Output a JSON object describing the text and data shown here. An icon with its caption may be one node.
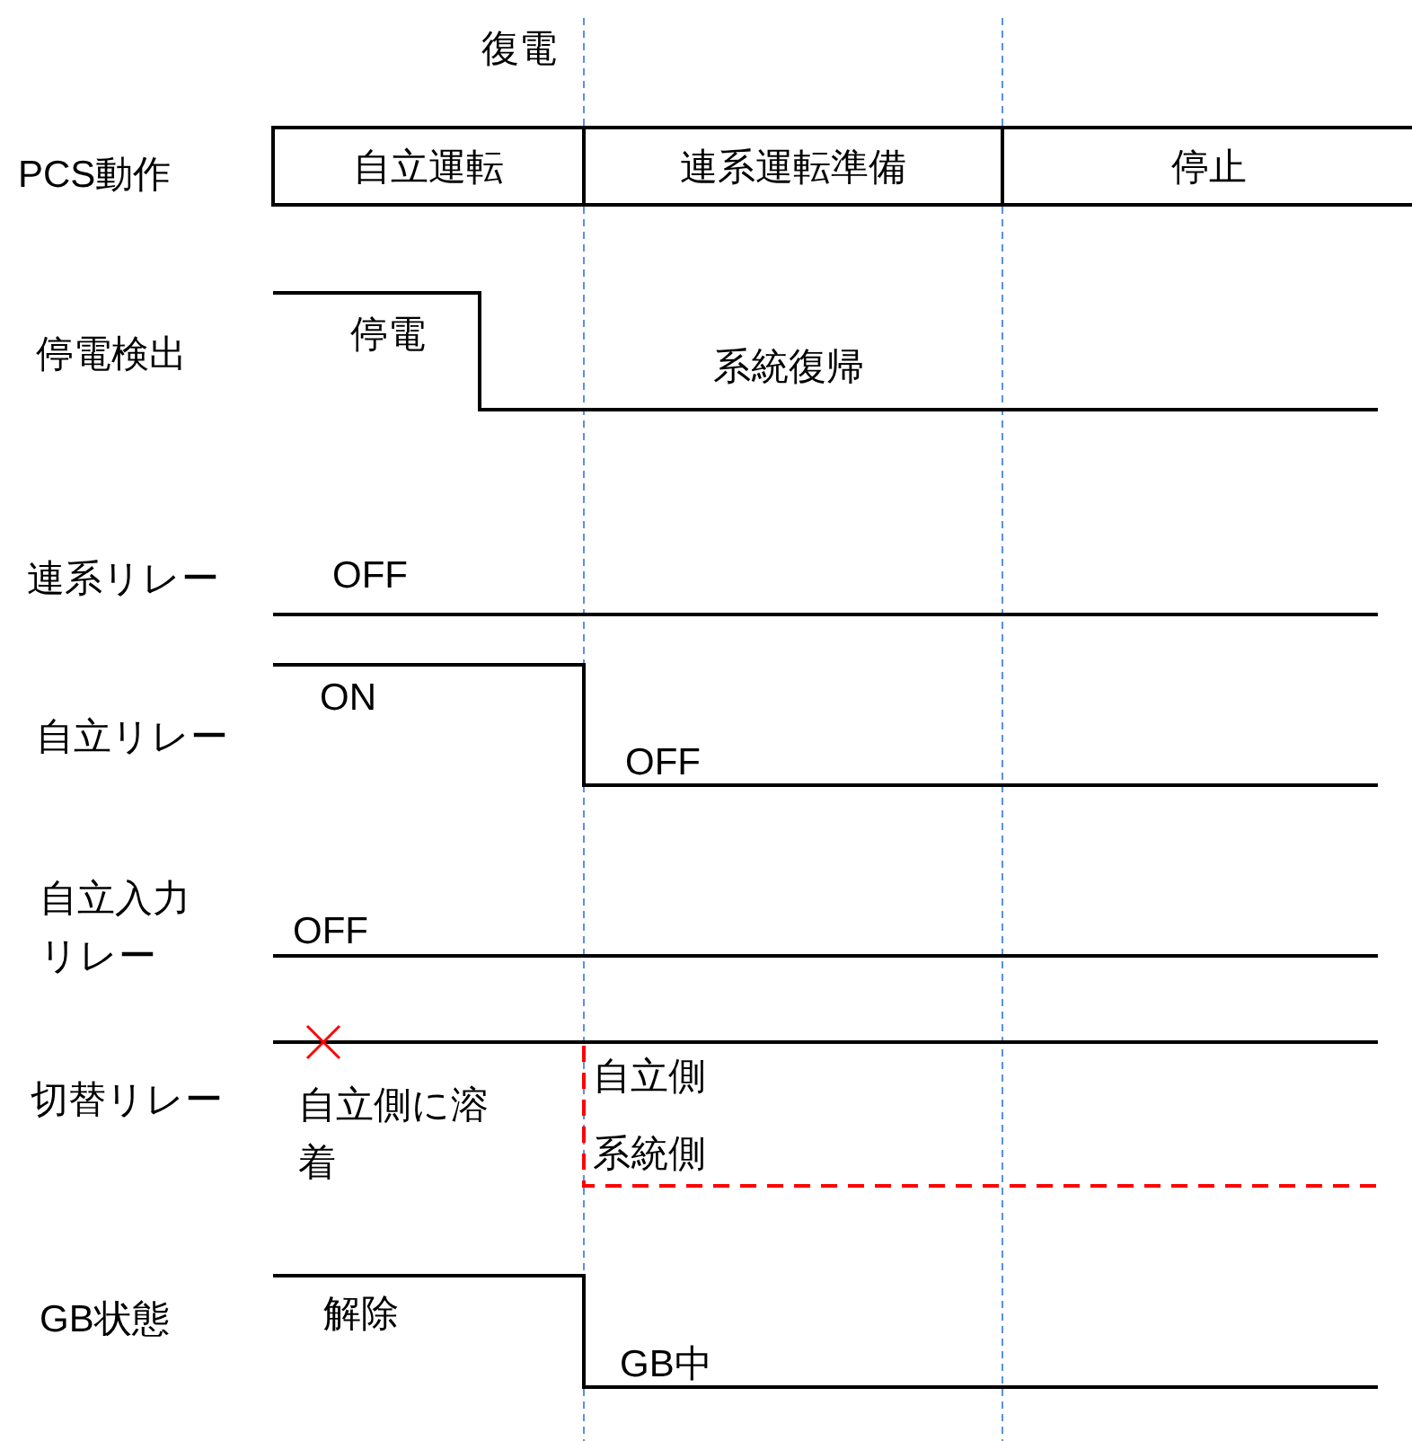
{
  "diagram": {
    "nodes": [
      {
        "text": [
          "自立運転"
        ]
      },
      {
        "text": [
          "連系運転準備"
        ]
      },
      {
        "text": [
          "停止"
        ]
      }
    ],
    "labels": [
      "復電",
      "PCS動作",
      "停電検出",
      "停電",
      "系統復帰",
      "連系リレー",
      "OFF",
      "自立リレー",
      "ON",
      "OFF",
      "自立入力リレー",
      "OFF",
      "切替リレー",
      "自立側に溶着",
      "自立側",
      "系統側",
      "GB状態",
      "解除",
      "GB中"
    ]
  }
}
